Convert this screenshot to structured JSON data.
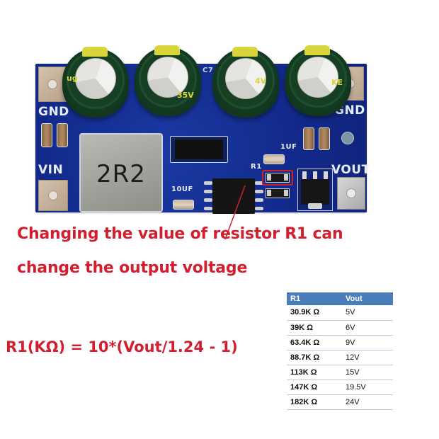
{
  "board": {
    "labels": {
      "gnd_left": "GND",
      "gnd_right": "GND",
      "vin": "VIN",
      "vout": "VOUT",
      "c7": "C7",
      "r1": "R1",
      "cap_1uf": "1UF",
      "cap_10uf": "10UF",
      "inductor_marking": "2R2"
    },
    "colors": {
      "pcb": "#14308f",
      "silkscreen": "#e8ecf8",
      "highlight": "#d01f2e"
    }
  },
  "caption": {
    "line1": "Changing the value of resistor R1 can",
    "line2": "change the output voltage",
    "color": "#d21e2e"
  },
  "formula": {
    "text": "R1(KΩ) = 10*(Vout/1.24 - 1)"
  },
  "table": {
    "headers": [
      "R1",
      "Vout"
    ],
    "header_color": "#4a7ebb",
    "rows": [
      {
        "r1": "30.9K Ω",
        "vout": "5V"
      },
      {
        "r1": "39K Ω",
        "vout": "6V"
      },
      {
        "r1": "63.4K Ω",
        "vout": "9V"
      },
      {
        "r1": "88.7K Ω",
        "vout": "12V"
      },
      {
        "r1": "113K Ω",
        "vout": "15V"
      },
      {
        "r1": "147K Ω",
        "vout": "19.5V"
      },
      {
        "r1": "182K Ω",
        "vout": "24V"
      }
    ]
  }
}
